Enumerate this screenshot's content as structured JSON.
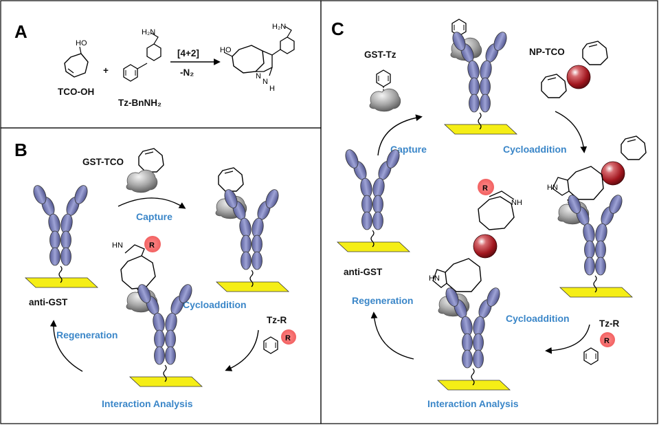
{
  "panels": {
    "a": "A",
    "b": "B",
    "c": "C"
  },
  "panel_a": {
    "reactant1": "TCO-OH",
    "plus": "+",
    "reactant2": "Tz-BnNH₂",
    "condition_top": "[4+2]",
    "condition_bottom": "-N₂",
    "ho": "HO",
    "oh": "HO",
    "h2n1": "H₂N",
    "h2n2": "H₂N",
    "n": "N",
    "hn_prod": "N",
    "h": "H"
  },
  "panel_b": {
    "gst_tco": "GST-TCO",
    "capture": "Capture",
    "cycloaddition": "Cycloaddition",
    "tz_r": "Tz-R",
    "interaction": "Interaction Analysis",
    "regeneration": "Regeneration",
    "anti_gst": "anti-GST",
    "r1": "R",
    "r2": "R",
    "hn": "HN"
  },
  "panel_c": {
    "gst_tz": "GST-Tz",
    "np_tco": "NP-TCO",
    "capture": "Capture",
    "cycloaddition1": "Cycloaddition",
    "cycloaddition2": "Cycloaddition",
    "tz_r": "Tz-R",
    "interaction": "Interaction Analysis",
    "regeneration": "Regeneration",
    "anti_gst": "anti-GST",
    "r1": "R",
    "r2": "R",
    "hn": "HN",
    "nh": "NH",
    "hn2": "HN"
  },
  "colors": {
    "antibody_fill": "#7a7fb8",
    "antibody_dark": "#3d4178",
    "surface": "#f5ee16",
    "protein": "#8c8c8c",
    "nanoparticle": "#a8232a",
    "r_group": "#f06b6b",
    "step_text": "#3a86c8"
  }
}
